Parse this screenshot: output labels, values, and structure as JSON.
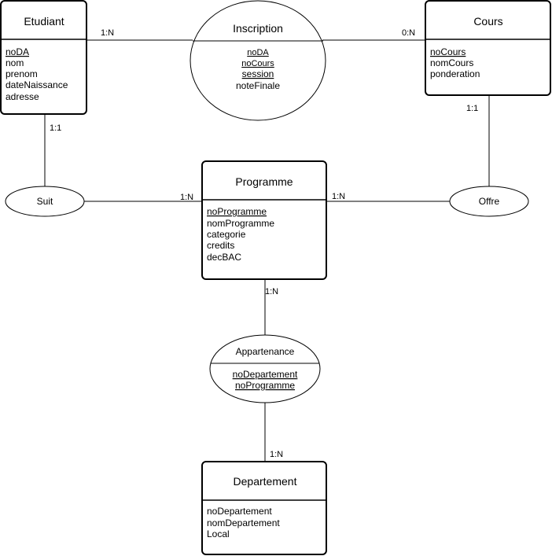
{
  "entities": {
    "etudiant": {
      "name": "Etudiant",
      "attributes": [
        "noDA",
        "nom",
        "prenom",
        "dateNaissance",
        "adresse"
      ]
    },
    "cours": {
      "name": "Cours",
      "attributes": [
        "noCours",
        "nomCours",
        "ponderation"
      ]
    },
    "programme": {
      "name": "Programme",
      "attributes": [
        "noProgramme",
        "nomProgramme",
        "categorie",
        "credits",
        "decBAC"
      ]
    },
    "departement": {
      "name": "Departement",
      "attributes": [
        "noDepartement",
        "nomDepartement",
        "Local"
      ]
    }
  },
  "relations": {
    "inscription": {
      "name": "Inscription",
      "attributes": [
        "noDA",
        "noCours",
        "session",
        "noteFinale"
      ]
    },
    "suit": {
      "name": "Suit"
    },
    "offre": {
      "name": "Offre"
    },
    "appartenance": {
      "name": "Appartenance",
      "attributes": [
        "noDepartement",
        "noProgramme"
      ]
    }
  },
  "cardinalities": {
    "etudiant_inscription": "1:N",
    "inscription_cours": "0:N",
    "etudiant_suit": "1:1",
    "suit_programme": "1:N",
    "cours_offre": "1:1",
    "offre_programme": "1:N",
    "programme_appartenance": "1:N",
    "appartenance_departement": "1:N"
  }
}
